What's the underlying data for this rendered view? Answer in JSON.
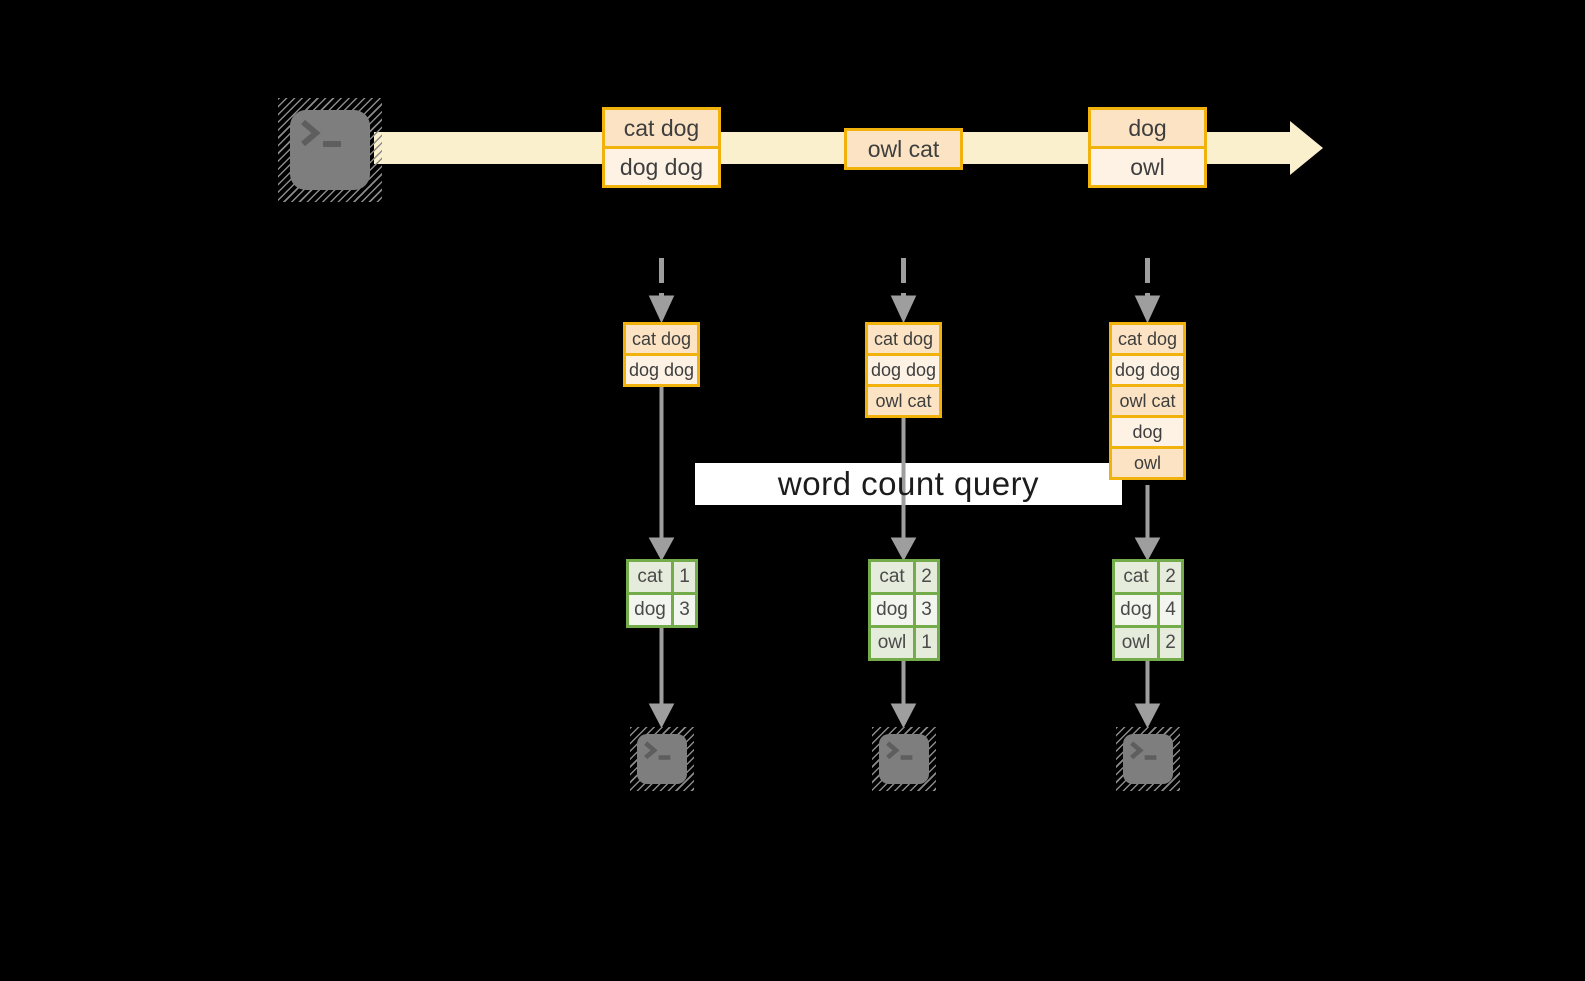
{
  "title": "word count over a stream diagram",
  "query_label": "word count query",
  "stream": {
    "batches": [
      {
        "lines": [
          "cat dog",
          "dog dog"
        ]
      },
      {
        "lines": [
          "owl cat"
        ]
      },
      {
        "lines": [
          "dog",
          "owl"
        ]
      }
    ]
  },
  "micro_batches": [
    {
      "lines": [
        "cat dog",
        "dog dog"
      ]
    },
    {
      "lines": [
        "cat dog",
        "dog dog",
        "owl cat"
      ]
    },
    {
      "lines": [
        "cat dog",
        "dog dog",
        "owl cat",
        "dog",
        "owl"
      ]
    }
  ],
  "results": [
    {
      "rows": [
        [
          "cat",
          "1"
        ],
        [
          "dog",
          "3"
        ]
      ]
    },
    {
      "rows": [
        [
          "cat",
          "2"
        ],
        [
          "dog",
          "3"
        ],
        [
          "owl",
          "1"
        ]
      ]
    },
    {
      "rows": [
        [
          "cat",
          "2"
        ],
        [
          "dog",
          "4"
        ],
        [
          "owl",
          "2"
        ]
      ]
    }
  ],
  "icons": {
    "source": "terminal-icon",
    "sinks": [
      "terminal-icon",
      "terminal-icon",
      "terminal-icon"
    ]
  },
  "colors": {
    "background": "#000000",
    "stream_band": "#fbf0ce",
    "box_border": "#f2b20c",
    "box_fill_dark": "#fbe3c3",
    "box_fill_light": "#fdf2e4",
    "table_border": "#74ac4b",
    "table_fill_dark": "#e6ecdc",
    "table_fill_light": "#f3f6ee",
    "arrow_gray": "#9e9e9e",
    "terminal_gray": "#7e7e7e"
  }
}
